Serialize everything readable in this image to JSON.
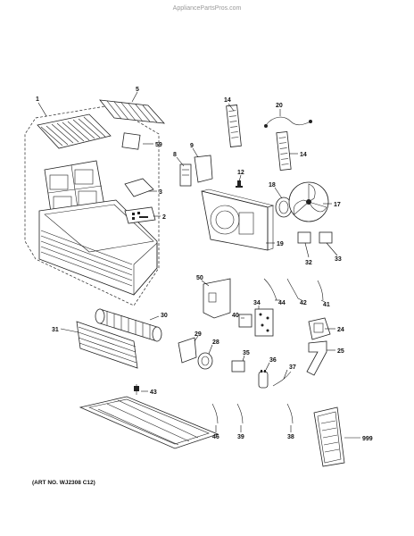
{
  "watermark": "AppliancePartsPros.com",
  "art_number": "(ART NO. WJ2308 C12)",
  "callouts": [
    "1",
    "2",
    "3",
    "5",
    "8",
    "9",
    "12",
    "14",
    "14",
    "17",
    "18",
    "19",
    "20",
    "24",
    "25",
    "28",
    "29",
    "30",
    "31",
    "32",
    "33",
    "34",
    "35",
    "36",
    "37",
    "38",
    "39",
    "40",
    "41",
    "42",
    "43",
    "44",
    "46",
    "50",
    "59",
    "999"
  ]
}
